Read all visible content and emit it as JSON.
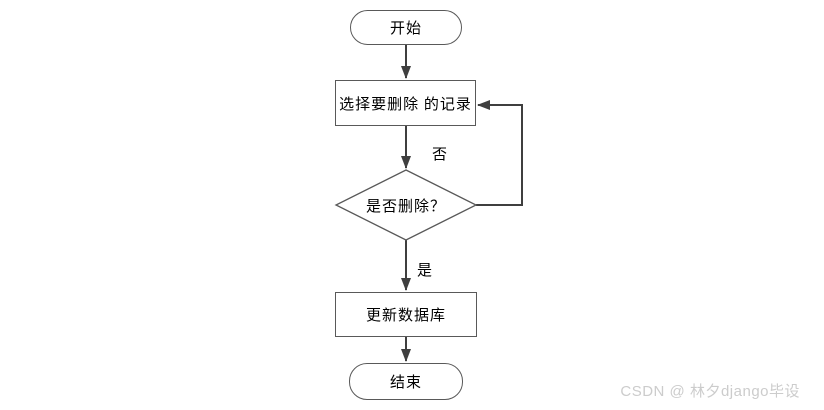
{
  "flowchart": {
    "nodes": [
      {
        "id": "start",
        "type": "terminator",
        "label": "开始"
      },
      {
        "id": "select",
        "type": "process",
        "label": "选择要删除 的记录"
      },
      {
        "id": "decision",
        "type": "decision",
        "label": "是否删除？"
      },
      {
        "id": "update",
        "type": "process",
        "label": "更新数据库"
      },
      {
        "id": "end",
        "type": "terminator",
        "label": "结束"
      }
    ],
    "edge_labels": {
      "no": "否",
      "yes": "是"
    },
    "colors": {
      "node_border": "#595959",
      "connector": "#3f3f3f",
      "text": "#000000"
    }
  },
  "watermark": {
    "text": "CSDN @ 林夕django毕设",
    "color": "#cccccc"
  }
}
